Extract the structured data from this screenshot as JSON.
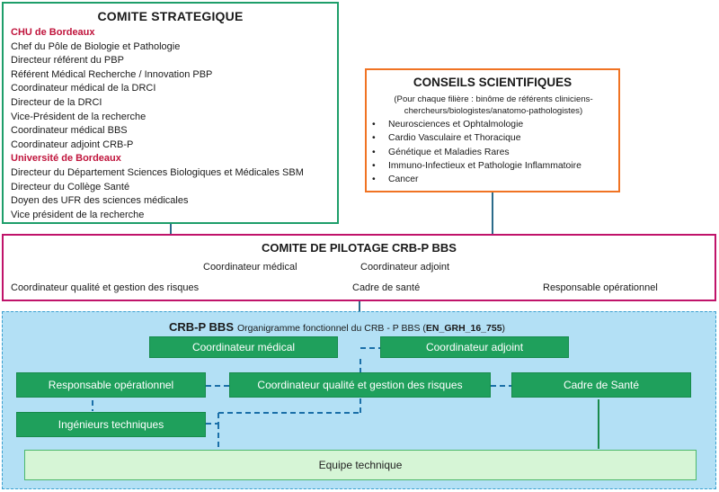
{
  "comite_strategique": {
    "title": "COMITE STRATEGIQUE",
    "lines": [
      {
        "text": "CHU de Bordeaux",
        "style": "red"
      },
      {
        "text": "Chef du Pôle de Biologie et Pathologie",
        "style": "normal"
      },
      {
        "text": "Directeur référent du PBP",
        "style": "normal"
      },
      {
        "text": "Référent Médical Recherche / Innovation PBP",
        "style": "normal"
      },
      {
        "text": "Coordinateur médical de la DRCI",
        "style": "normal"
      },
      {
        "text": "Directeur de la DRCI",
        "style": "normal"
      },
      {
        "text": "Vice-Président de la recherche",
        "style": "normal"
      },
      {
        "text": "Coordinateur médical BBS",
        "style": "normal"
      },
      {
        "text": "Coordinateur adjoint CRB-P",
        "style": "normal"
      },
      {
        "text": "Université de Bordeaux",
        "style": "red"
      },
      {
        "text": "Directeur du Département Sciences Biologiques et Médicales SBM",
        "style": "normal"
      },
      {
        "text": "Directeur du Collège Santé",
        "style": "normal"
      },
      {
        "text": "Doyen des UFR des sciences médicales",
        "style": "normal"
      },
      {
        "text": "Vice président de la recherche",
        "style": "normal"
      }
    ]
  },
  "conseils_scientifiques": {
    "title": "CONSEILS SCIENTIFIQUES",
    "subtitle": "(Pour chaque filière : binôme de référents cliniciens-chercheurs/biologistes/anatomo-pathologistes)",
    "bullet": "•",
    "items": [
      "Neurosciences et Ophtalmologie",
      "Cardio Vasculaire et Thoracique",
      "Génétique et Maladies Rares",
      "Immuno-Infectieux et Pathologie Inflammatoire",
      "Cancer"
    ]
  },
  "comite_pilotage": {
    "title": "COMITE DE PILOTAGE CRB-P BBS",
    "coord_medical": "Coordinateur médical",
    "coord_adjoint": "Coordinateur adjoint",
    "coord_qualite": "Coordinateur qualité et gestion des risques",
    "cadre_sante": "Cadre de santé",
    "resp_operationnel": "Responsable opérationnel"
  },
  "crb": {
    "title": "CRB-P BBS",
    "subtitle": "Organigramme fonctionnel du CRB - P BBS (",
    "code": "EN_GRH_16_755",
    "close": ")",
    "boxes": {
      "coord_medical": "Coordinateur médical",
      "coord_adjoint": "Coordinateur adjoint",
      "resp_operationnel": "Responsable opérationnel",
      "coord_qualite": "Coordinateur qualité et gestion des risques",
      "cadre_sante": "Cadre de Santé",
      "ingenieurs": "Ingénieurs techniques",
      "equipe": "Equipe technique"
    }
  },
  "colors": {
    "strategique_border": "#1e9e6a",
    "conseils_border": "#f07323",
    "pilotage_border": "#c0136a",
    "crb_background": "#b3e0f5",
    "box_green": "#1fa05c",
    "team_box": "#d6f5d6",
    "connector": "#1a6fa8",
    "highlight_red": "#c0143c"
  }
}
